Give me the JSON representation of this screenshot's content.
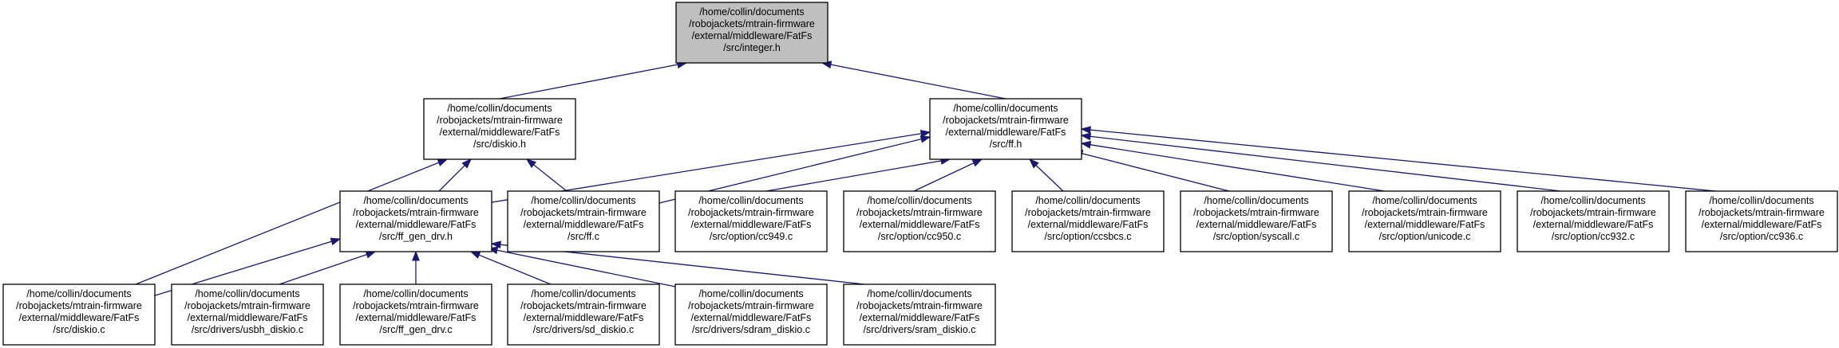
{
  "title": "",
  "colors": {
    "edge": "#191970",
    "root_fill": "#bfbfbf",
    "node_fill": "#ffffff",
    "border": "#000000"
  },
  "nodes": [
    {
      "id": "integer_h",
      "root": true,
      "lines": [
        "/home/collin/documents",
        "/robojackets/mtrain-firmware",
        "/external/middleware/FatFs",
        "/src/integer.h"
      ]
    },
    {
      "id": "diskio_h",
      "lines": [
        "/home/collin/documents",
        "/robojackets/mtrain-firmware",
        "/external/middleware/FatFs",
        "/src/diskio.h"
      ]
    },
    {
      "id": "ff_h",
      "lines": [
        "/home/collin/documents",
        "/robojackets/mtrain-firmware",
        "/external/middleware/FatFs",
        "/src/ff.h"
      ]
    },
    {
      "id": "ff_gen_drv_h",
      "lines": [
        "/home/collin/documents",
        "/robojackets/mtrain-firmware",
        "/external/middleware/FatFs",
        "/src/ff_gen_drv.h"
      ]
    },
    {
      "id": "ff_c",
      "lines": [
        "/home/collin/documents",
        "/robojackets/mtrain-firmware",
        "/external/middleware/FatFs",
        "/src/ff.c"
      ]
    },
    {
      "id": "cc949_c",
      "lines": [
        "/home/collin/documents",
        "/robojackets/mtrain-firmware",
        "/external/middleware/FatFs",
        "/src/option/cc949.c"
      ]
    },
    {
      "id": "cc950_c",
      "lines": [
        "/home/collin/documents",
        "/robojackets/mtrain-firmware",
        "/external/middleware/FatFs",
        "/src/option/cc950.c"
      ]
    },
    {
      "id": "ccsbcs_c",
      "lines": [
        "/home/collin/documents",
        "/robojackets/mtrain-firmware",
        "/external/middleware/FatFs",
        "/src/option/ccsbcs.c"
      ]
    },
    {
      "id": "syscall_c",
      "lines": [
        "/home/collin/documents",
        "/robojackets/mtrain-firmware",
        "/external/middleware/FatFs",
        "/src/option/syscall.c"
      ]
    },
    {
      "id": "unicode_c",
      "lines": [
        "/home/collin/documents",
        "/robojackets/mtrain-firmware",
        "/external/middleware/FatFs",
        "/src/option/unicode.c"
      ]
    },
    {
      "id": "cc932_c",
      "lines": [
        "/home/collin/documents",
        "/robojackets/mtrain-firmware",
        "/external/middleware/FatFs",
        "/src/option/cc932.c"
      ]
    },
    {
      "id": "cc936_c",
      "lines": [
        "/home/collin/documents",
        "/robojackets/mtrain-firmware",
        "/external/middleware/FatFs",
        "/src/option/cc936.c"
      ]
    },
    {
      "id": "diskio_c",
      "lines": [
        "/home/collin/documents",
        "/robojackets/mtrain-firmware",
        "/external/middleware/FatFs",
        "/src/diskio.c"
      ]
    },
    {
      "id": "usbh_diskio_c",
      "lines": [
        "/home/collin/documents",
        "/robojackets/mtrain-firmware",
        "/external/middleware/FatFs",
        "/src/drivers/usbh_diskio.c"
      ]
    },
    {
      "id": "ff_gen_drv_c",
      "lines": [
        "/home/collin/documents",
        "/robojackets/mtrain-firmware",
        "/external/middleware/FatFs",
        "/src/ff_gen_drv.c"
      ]
    },
    {
      "id": "sd_diskio_c",
      "lines": [
        "/home/collin/documents",
        "/robojackets/mtrain-firmware",
        "/external/middleware/FatFs",
        "/src/drivers/sd_diskio.c"
      ]
    },
    {
      "id": "sdram_diskio_c",
      "lines": [
        "/home/collin/documents",
        "/robojackets/mtrain-firmware",
        "/external/middleware/FatFs",
        "/src/drivers/sdram_diskio.c"
      ]
    },
    {
      "id": "sram_diskio_c",
      "lines": [
        "/home/collin/documents",
        "/robojackets/mtrain-firmware",
        "/external/middleware/FatFs",
        "/src/drivers/sram_diskio.c"
      ]
    }
  ],
  "edges": [
    {
      "from": "diskio_h",
      "to": "integer_h"
    },
    {
      "from": "ff_h",
      "to": "integer_h"
    },
    {
      "from": "ff_gen_drv_h",
      "to": "diskio_h"
    },
    {
      "from": "ff_c",
      "to": "diskio_h"
    },
    {
      "from": "diskio_c",
      "to": "diskio_h"
    },
    {
      "from": "ff_gen_drv_h",
      "to": "ff_h"
    },
    {
      "from": "ff_c",
      "to": "ff_h"
    },
    {
      "from": "cc949_c",
      "to": "ff_h"
    },
    {
      "from": "cc950_c",
      "to": "ff_h"
    },
    {
      "from": "ccsbcs_c",
      "to": "ff_h"
    },
    {
      "from": "syscall_c",
      "to": "ff_h"
    },
    {
      "from": "unicode_c",
      "to": "ff_h"
    },
    {
      "from": "cc932_c",
      "to": "ff_h"
    },
    {
      "from": "cc936_c",
      "to": "ff_h"
    },
    {
      "from": "diskio_c",
      "to": "ff_gen_drv_h"
    },
    {
      "from": "usbh_diskio_c",
      "to": "ff_gen_drv_h"
    },
    {
      "from": "ff_gen_drv_c",
      "to": "ff_gen_drv_h"
    },
    {
      "from": "sd_diskio_c",
      "to": "ff_gen_drv_h"
    },
    {
      "from": "sdram_diskio_c",
      "to": "ff_gen_drv_h"
    },
    {
      "from": "sram_diskio_c",
      "to": "ff_gen_drv_h"
    }
  ]
}
